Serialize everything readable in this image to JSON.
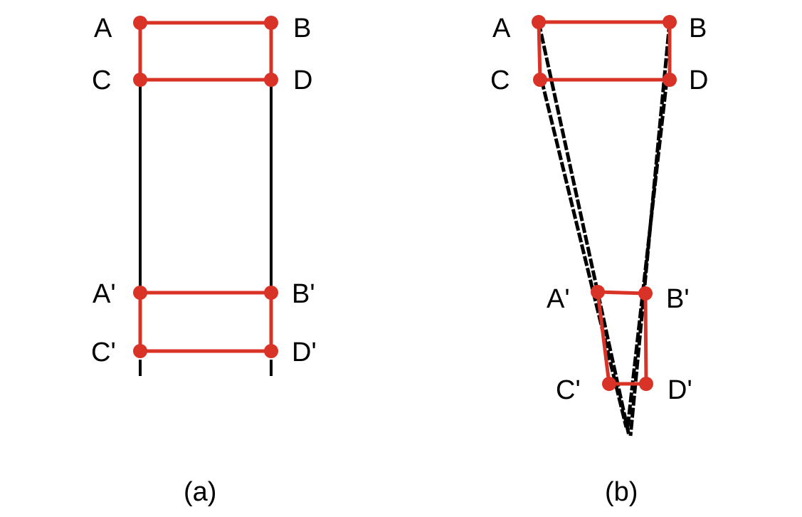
{
  "panels": [
    {
      "caption": "(a)",
      "labels": {
        "A": "A",
        "B": "B",
        "C": "C",
        "D": "D",
        "A2": "A'",
        "B2": "B'",
        "C2": "C'",
        "D2": "D'"
      }
    },
    {
      "caption": "(b)",
      "labels": {
        "A": "A",
        "B": "B",
        "C": "C",
        "D": "D",
        "A2": "A'",
        "B2": "B'",
        "C2": "C'",
        "D2": "D'"
      }
    }
  ],
  "colors": {
    "points": "#d93328",
    "lines": "#000000"
  }
}
